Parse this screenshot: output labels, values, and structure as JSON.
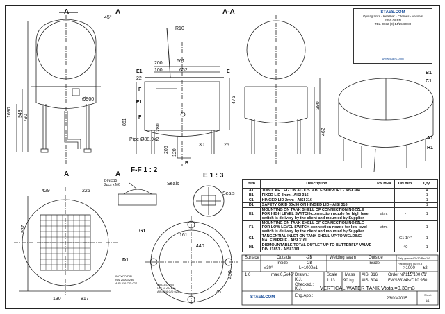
{
  "views": {
    "section_title": "A-A",
    "detail_f_title": "F-F 1 : 2",
    "detail_e_title": "E 1 : 3",
    "view_a_left": "A",
    "view_a_right": "A",
    "view_a_bottom_left": "A",
    "view_a_bottom_right": "A",
    "cut_f_top": "F",
    "cut_f_bottom": "F",
    "cut_b": "B",
    "cut_e": "E"
  },
  "dimensions": {
    "d_1690": "1690",
    "d_948": "948",
    "d_790": "790",
    "d_900": "Ø900",
    "d_661": "661",
    "d_652": "652",
    "d_200": "200",
    "d_100": "100",
    "d_22": "22",
    "d_45": "45°",
    "d_r10": "R10",
    "d_475": "475",
    "d_390": "390",
    "d_462": "462",
    "d_861": "861",
    "d_280": "280",
    "d_206": "206",
    "d_120": "120",
    "d_30": "30",
    "d_25": "25",
    "pipe": "Pipe Ø88,9x2",
    "d_429": "429",
    "d_226": "226",
    "d_937": "937",
    "d_817": "817",
    "d_130": "130",
    "d_161": "161",
    "d_440": "440",
    "d_450": "450",
    "d_75": "75",
    "din_label": "DIN 315\n2pcs x M6",
    "seals_1": "Seals",
    "seals_2": "Seals",
    "inox_1": "INOXCO DIN\nNW 20 AN 236\nAISI 316 C/D 027",
    "inox_2": "INOXCO DIN\nNW 10 AN 236\nAISI 316 C/D 021"
  },
  "callouts": {
    "B1": "B1",
    "C1": "C1",
    "A1": "A1",
    "H1": "H1",
    "E1": "E1",
    "F1": "F1",
    "G1": "G1",
    "D1": "D1"
  },
  "stamp": {
    "company": "STAES.COM",
    "lines": [
      "Opslagtanks - Ketelhar - Citernes - Vessels",
      "2250 OLEN",
      "TEL. 0032 (0) 14/25.60.80"
    ],
    "logo": "STAES.COM",
    "site": "www.staes.com"
  },
  "bom": {
    "headers": {
      "item": "Item",
      "description": "Description",
      "pn": "PN MPa",
      "dn": "DN mm.",
      "qty": "Qty."
    },
    "rows": [
      {
        "item": "A1",
        "description": "TUBULAR LEG ON ADJUSTABLE SUPPORT - AISI 304",
        "pn": "",
        "dn": "",
        "qty": "4"
      },
      {
        "item": "B1",
        "description": "FIXED LID 3mm - AISI 316",
        "pn": "",
        "dn": "",
        "qty": "1"
      },
      {
        "item": "C1",
        "description": "HINGED LID 2mm - AISI 316",
        "pn": "",
        "dn": "",
        "qty": "1"
      },
      {
        "item": "D1",
        "description": "SAFETY GRID 30x30 ON HINGED LID - AISI 316",
        "pn": "",
        "dn": "",
        "qty": "1"
      },
      {
        "item": "E1",
        "description": "MOUNTING ON TANK SHELL OF CONNECTION NOZZLE FOR HIGH LEVEL SWITCH-connection nozzle for high level switch is delivery by the client and mounted by Supplier",
        "pn": "atm.",
        "dn": "-",
        "qty": "1"
      },
      {
        "item": "F1",
        "description": "MOUNTING ON TANK SHELL OF CONNECTION NOZZLE FOR LOW LEVEL SWITCH-connection nozzle for low level switch is delivery by the client and mounted by Supplier",
        "pn": "atm.",
        "dn": "-",
        "qty": "1"
      },
      {
        "item": "G1",
        "description": "TANGENTIAL INLET ON TANK SHELL UP TO WELDING NALE NIPPLE - AISI 316L",
        "pn": "-",
        "dn": "G1 1/4\"",
        "qty": "1"
      },
      {
        "item": "H1",
        "description": "DISMOUNTABLE TOTAL OUTLET UP TO BUTTERFLY VALVE DIN 11851 - AISI 316L",
        "pn": "-",
        "dn": "40",
        "qty": "1"
      }
    ]
  },
  "titleblock": {
    "surface": "Surface",
    "outside": "Outside",
    "inside": "Inside",
    "outside_val": "-2B",
    "inside_val": "-2B",
    "welding_seam": "Welding seam",
    "w_outside": "Outside",
    "w_inside": "Inside",
    "ra1": "Strip grinded 2x20 Ra<1,6",
    "ra2": "Flat grinded Ra<0,8",
    "angle": "≤30°",
    "chamfer": "max.0,5x45°",
    "tol_len": "L=1000±1",
    "gt1000": ">1000",
    "lt1000": "<1000",
    "pm2": "±2",
    "pm1": "±1",
    "drawn": "Drawn.:",
    "drawn_val": "K.J.",
    "checked": "Checked.:",
    "checked_val": "K.J.",
    "scale_lbl": "Scale",
    "scale_val": "1:13",
    "mass_lbl": "Mass",
    "mass_val": "90 kg",
    "mat1": "AISI 316",
    "mat2": "AISI 304",
    "order": "Order № 115 100 01",
    "code": "EWS63V4N/D10.950",
    "title": "VERTICAL WATER TANK Vtotal=0.33m3",
    "eng": "Eng.App.:",
    "date": "23/03/2015",
    "sheet_lbl": "Sheet",
    "sheet_val": "1/1",
    "roughness": "1.6",
    "logo": "STAES.COM"
  }
}
